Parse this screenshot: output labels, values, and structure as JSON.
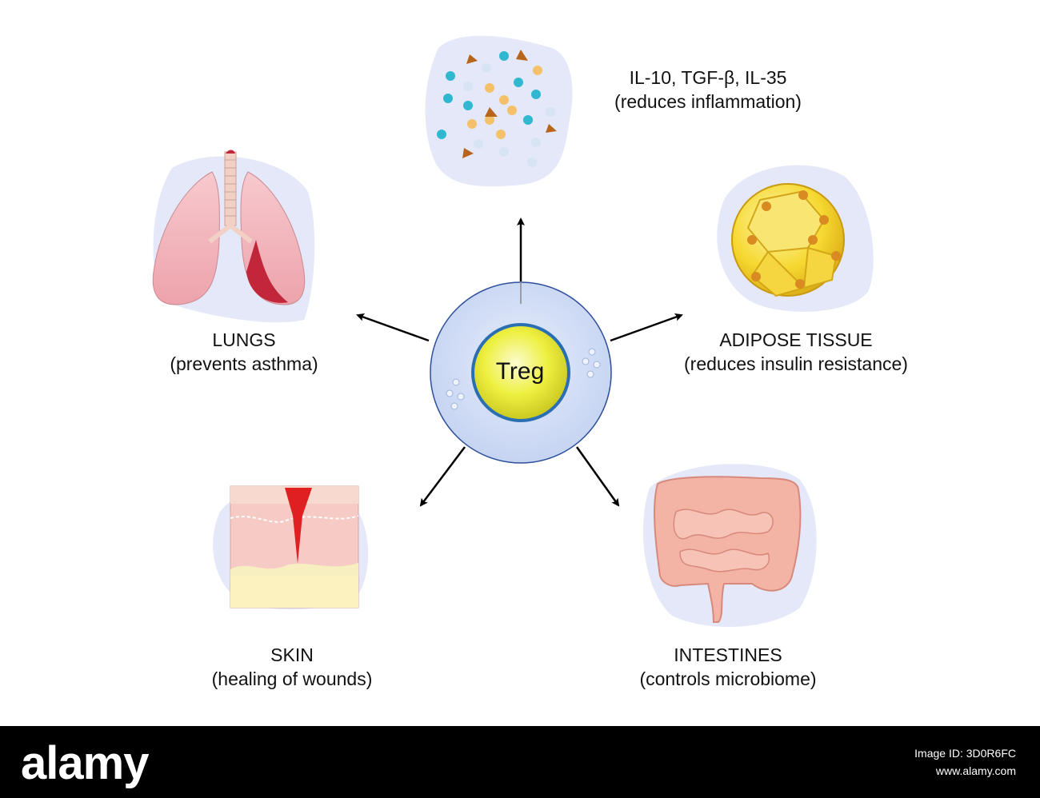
{
  "center_cell": {
    "label": "Treg"
  },
  "cytokines": {
    "line1": "IL-10, TGF-β, IL-35",
    "line2": "(reduces inflammation)"
  },
  "lungs": {
    "line1": "LUNGS",
    "line2": "(prevents asthma)"
  },
  "adipose": {
    "line1": "ADIPOSE TISSUE",
    "line2": "(reduces insulin resistance)"
  },
  "skin": {
    "line1": "SKIN",
    "line2": "(healing of wounds)"
  },
  "intestines": {
    "line1": "INTESTINES",
    "line2": "(controls microbiome)"
  },
  "colors": {
    "blob_background": "#e4e8f8",
    "nucleus_yellow": "#f2f03a",
    "lung_pink": "#f2b6bd",
    "lung_dark": "#c2263a",
    "fat_yellow": "#f6d830",
    "intestine_pink": "#f3b3a5",
    "wound_red": "#e02020",
    "arrow": "#000000"
  },
  "footer": {
    "logo": "alamy",
    "image_id": "Image ID: 3D0R6FC",
    "url": "www.alamy.com"
  }
}
